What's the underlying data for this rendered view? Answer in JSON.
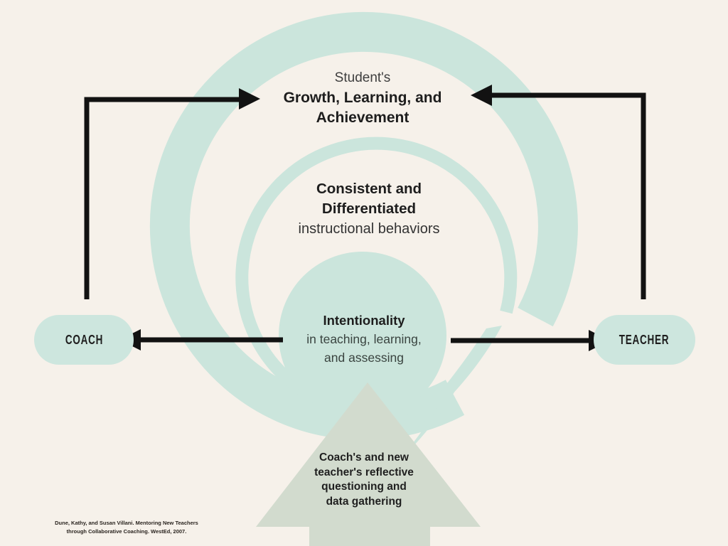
{
  "colors": {
    "background": "#f6f1ea",
    "teal": "#cbe5dc",
    "sage_arrow": "#d2dbce",
    "pill": "#cde6de",
    "arrow_black": "#121212"
  },
  "top_label": {
    "line1": "Student's",
    "line2": "Growth, Learning, and",
    "line3": "Achievement"
  },
  "middle_label": {
    "line1": "Consistent and",
    "line2": "Differentiated",
    "line3": "instructional behaviors"
  },
  "inner_label": {
    "line1": "Intentionality",
    "line2": "in teaching, learning,",
    "line3": "and assessing"
  },
  "coach_label": "COACH",
  "teacher_label": "TEACHER",
  "bottom_arrow_label": {
    "line1": "Coach's and new",
    "line2": "teacher's reflective",
    "line3": "questioning and",
    "line4": "data gathering"
  },
  "citation": {
    "line1": "Dune, Kathy, and Susan Villani. Mentoring New Teachers",
    "line2": "through Collaborative Coaching. WestEd, 2007."
  }
}
